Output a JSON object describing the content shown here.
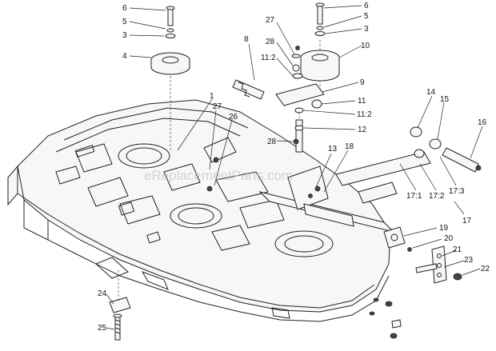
{
  "watermark": "eReplacementParts.com",
  "callouts": {
    "c1": "1",
    "c3a": "3",
    "c3b": "3",
    "c4": "4",
    "c5a": "5",
    "c5b": "5",
    "c6a": "6",
    "c6b": "6",
    "c8": "8",
    "c9": "9",
    "c10": "10",
    "c11": "11",
    "c11_2a": "11:2",
    "c11_2b": "11:2",
    "c12": "12",
    "c13": "13",
    "c14": "14",
    "c15": "15",
    "c16": "16",
    "c17": "17",
    "c17_1": "17:1",
    "c17_2": "17:2",
    "c17_3": "17:3",
    "c18": "18",
    "c19": "19",
    "c20": "20",
    "c21": "21",
    "c22": "22",
    "c23": "23",
    "c24": "24",
    "c25": "25",
    "c26": "26",
    "c27a": "27",
    "c27b": "27",
    "c28a": "28",
    "c28b": "28"
  }
}
